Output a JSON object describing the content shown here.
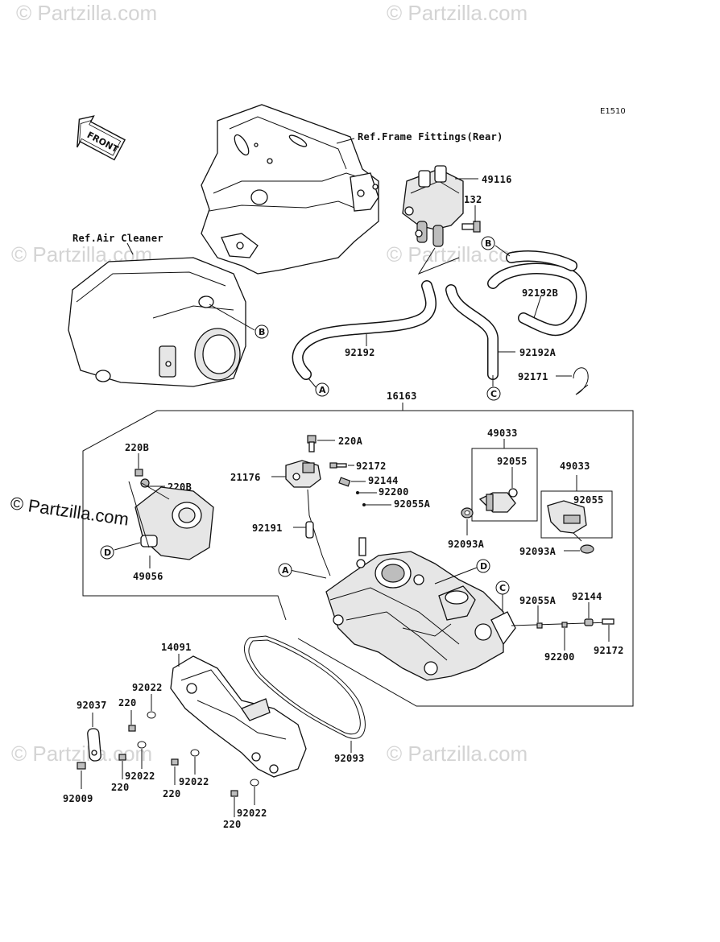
{
  "diagram_code": "E1510",
  "watermark_text": "© Partzilla.com",
  "watermark_side": "© Partzilla.com",
  "front_label": "FRONT",
  "refs": {
    "frame": "Ref.Frame Fittings(Rear)",
    "air_cleaner": "Ref.Air Cleaner"
  },
  "callouts": {
    "A": "A",
    "B": "B",
    "C": "C",
    "D": "D"
  },
  "parts": {
    "p49116": "49116",
    "p132": "132",
    "p92192B": "92192B",
    "p92192": "92192",
    "p92192A": "92192A",
    "p92171": "92171",
    "p16163": "16163",
    "p220A": "220A",
    "p92172": "92172",
    "p21176": "21176",
    "p92144": "92144",
    "p92200": "92200",
    "p92055A": "92055A",
    "p49033_left": "49033",
    "p92055_left": "92055",
    "p49033_right": "49033",
    "p92055_right": "92055",
    "p92093A_left": "92093A",
    "p92093A_right": "92093A",
    "p92191": "92191",
    "p220B_top": "220B",
    "p220B": "220B",
    "p49056": "49056",
    "p92055A_r": "92055A",
    "p92144_r": "92144",
    "p92200_r": "92200",
    "p92172_r": "92172",
    "p14091": "14091",
    "p92022_a": "92022",
    "p92037": "92037",
    "p220_a": "220",
    "p92022_b": "92022",
    "p220_b": "220",
    "p92022_c": "92022",
    "p220_c": "220",
    "p92009": "92009",
    "p92093": "92093",
    "p92022_d": "92022",
    "p220_d": "220"
  }
}
